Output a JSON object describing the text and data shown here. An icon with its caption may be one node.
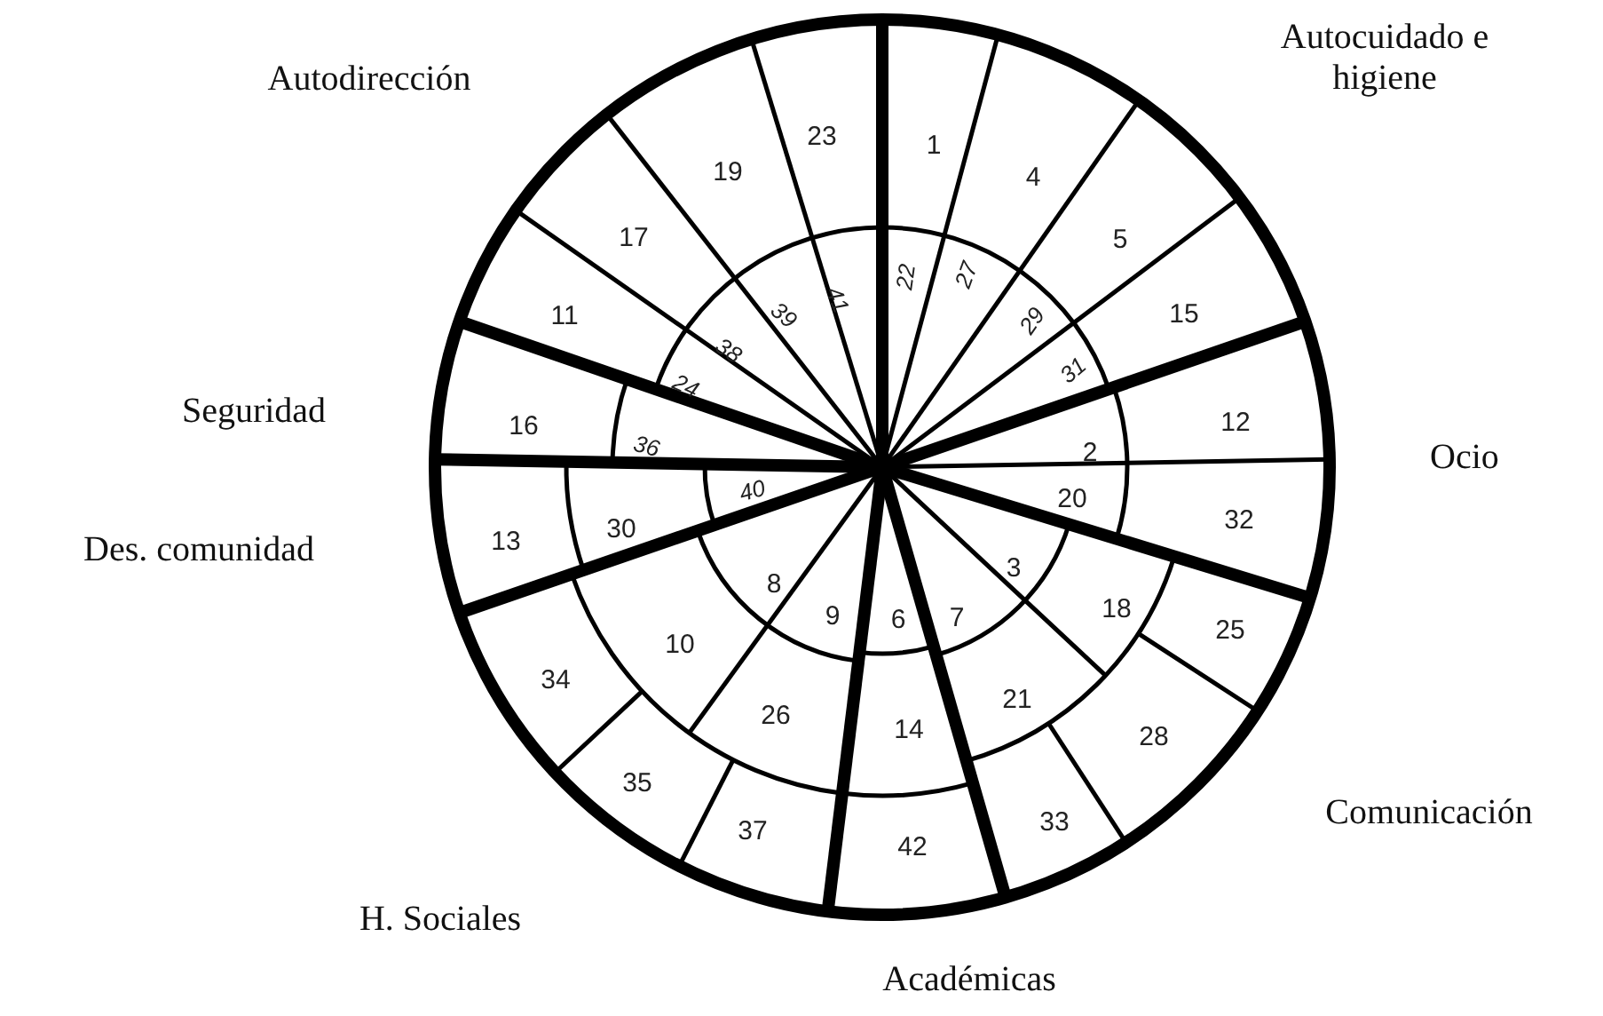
{
  "diagram": {
    "labels": [
      "Autocuidado e higiene",
      "Autodirección",
      "23",
      "1",
      "4",
      "19",
      "5",
      "17",
      "15",
      "41",
      "22",
      "27",
      "39",
      "11",
      "29",
      "38",
      "31",
      "24",
      "16",
      "Seguridad",
      "12",
      "36",
      "2",
      "Ocio",
      "20",
      "32",
      "30",
      "40",
      "13",
      "Des. comunidad",
      "3",
      "8",
      "9",
      "6",
      "7",
      "18",
      "25",
      "10",
      "34",
      "21",
      "26",
      "14",
      "28",
      "35",
      "33",
      "37",
      "42",
      "Comunicación",
      "H. Sociales",
      "Académicas"
    ]
  }
}
